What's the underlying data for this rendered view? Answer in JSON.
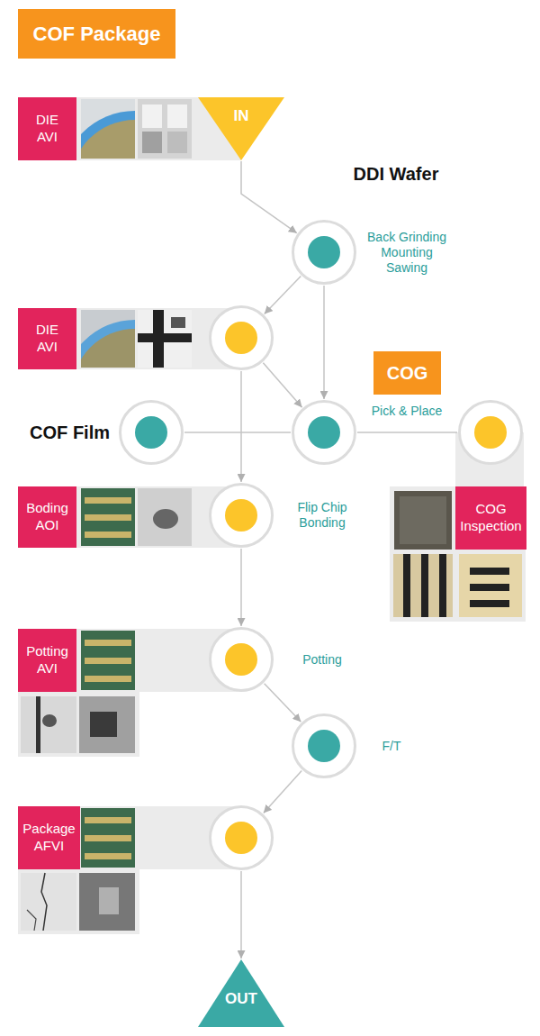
{
  "diagram": {
    "title": "COF Package",
    "nodes": [
      {
        "text": [
          "DIE AVI"
        ]
      },
      {
        "text": [
          "IN"
        ]
      },
      {
        "text": [
          "Back Grinding Mounting Sawing"
        ]
      },
      {
        "text": [
          "DIE AVI"
        ]
      },
      {
        "text": []
      },
      {
        "text": [
          "COG"
        ]
      },
      {
        "text": [
          "COF Film"
        ]
      },
      {
        "text": [
          "Pick & Place"
        ]
      },
      {
        "text": []
      },
      {
        "text": [
          "Boding AOI"
        ]
      },
      {
        "text": [
          "Flip Chip Bonding"
        ]
      },
      {
        "text": [
          "COG Inspection"
        ]
      },
      {
        "text": [
          "Potting AVI"
        ]
      },
      {
        "text": [
          "Potting"
        ]
      },
      {
        "text": [
          "F/T"
        ]
      },
      {
        "text": [
          "Package AFVI"
        ]
      },
      {
        "text": []
      },
      {
        "text": [
          "OUT"
        ]
      }
    ],
    "edges": [
      {
        "from": 1,
        "to": 2,
        "arrow": "to"
      },
      {
        "from": 2,
        "to": 4,
        "arrow": "to"
      },
      {
        "from": 2,
        "to": 7,
        "arrow": "to"
      },
      {
        "from": 4,
        "to": 7,
        "arrow": "to"
      },
      {
        "from": 4,
        "to": 10,
        "arrow": "to"
      },
      {
        "from": 6,
        "to": 7,
        "arrow": "none"
      },
      {
        "from": 7,
        "to": 8,
        "arrow": "none"
      },
      {
        "from": 10,
        "to": 13,
        "arrow": "to"
      },
      {
        "from": 13,
        "to": 14,
        "arrow": "to"
      },
      {
        "from": 14,
        "to": 16,
        "arrow": "to"
      },
      {
        "from": 16,
        "to": 17,
        "arrow": "to"
      }
    ],
    "labels": [
      "DDI Wafer"
    ]
  }
}
